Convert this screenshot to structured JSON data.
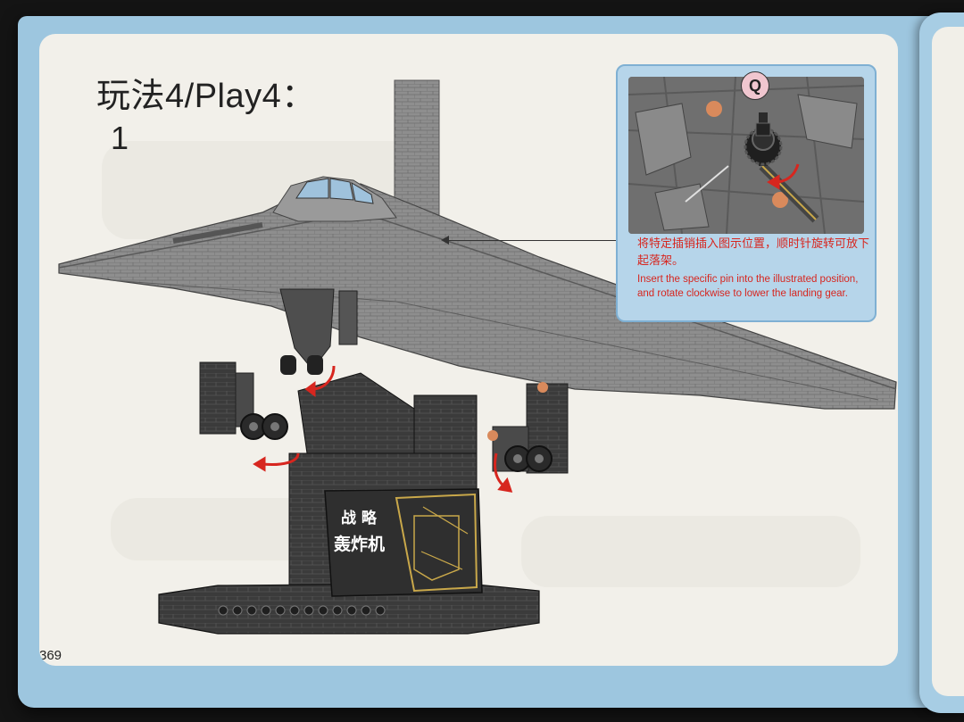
{
  "page": {
    "title": "玩法4/Play4：",
    "step_number": "1",
    "page_number": "369"
  },
  "callout": {
    "part_label": "Q",
    "instruction_cn": "将特定插销插入图示位置，顺时针旋转可放下起落架。",
    "instruction_en": "Insert the specific pin into the illustrated position, and rotate clockwise to lower the landing gear."
  },
  "stand_plaque": {
    "line1": "战 略",
    "line2": "轰炸机"
  },
  "colors": {
    "booklet_edge": "#9dc6df",
    "page_paper": "#f2f0ea",
    "callout_bg": "#b6d5ea",
    "instruction_text": "#d7261f",
    "arrow_red": "#d7261f",
    "model_grey": "#8e8e8e",
    "stand_dark": "#3b3b3b",
    "plaque_gold": "#c9a84a"
  },
  "icons": {
    "rotation_arrows": "curved-red-arrow-icon",
    "pin_part": "gear-pin-icon"
  }
}
